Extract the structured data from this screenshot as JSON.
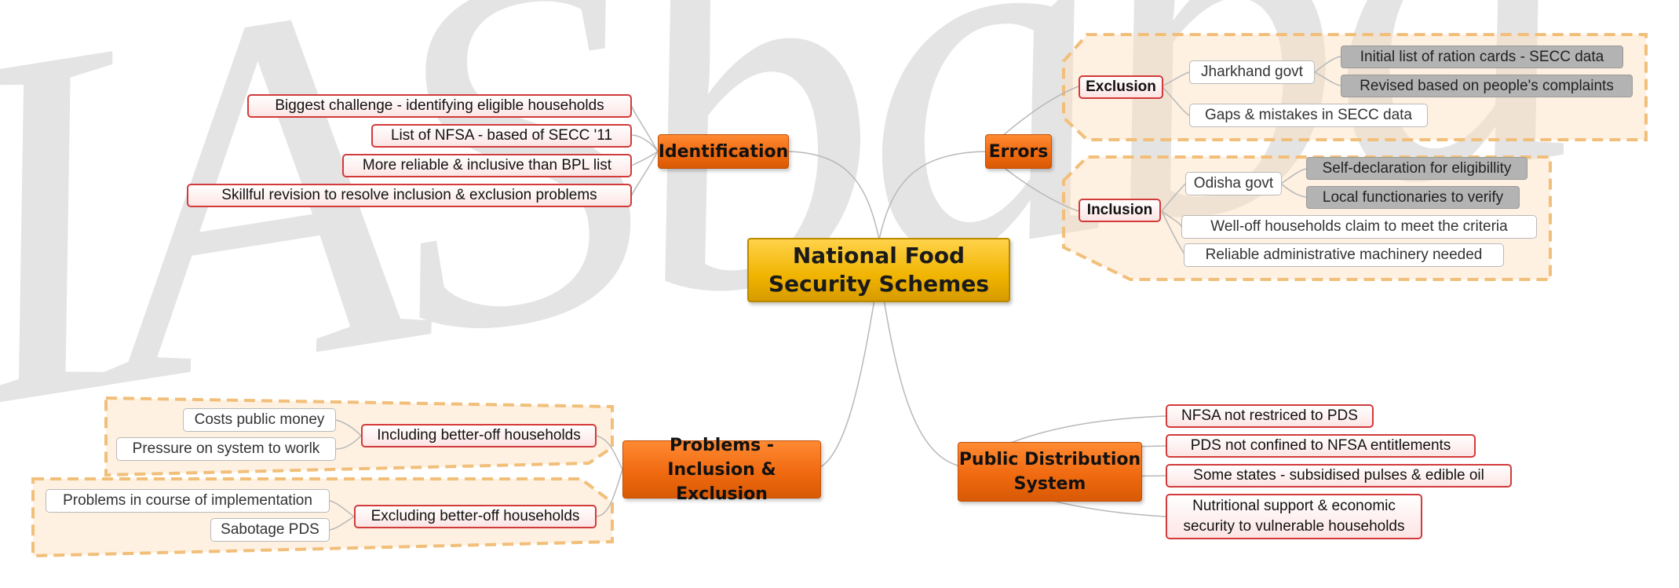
{
  "watermark": "IASbaba",
  "central": "National Food Security Schemes",
  "identification": {
    "title": "Identification",
    "items": [
      "Biggest challenge - identifying eligible households",
      "List of NFSA - based of SECC '11",
      "More reliable & inclusive than BPL list",
      "Skillful revision to resolve inclusion & exclusion problems"
    ]
  },
  "errors": {
    "title": "Errors",
    "exclusion": {
      "label": "Exclusion",
      "jharkhand": "Jharkhand govt",
      "jharkhand_items": [
        "Initial list of ration cards - SECC data",
        "Revised based on people's complaints"
      ],
      "gaps": "Gaps & mistakes in SECC data"
    },
    "inclusion": {
      "label": "Inclusion",
      "odisha": "Odisha govt",
      "odisha_items": [
        "Self-declaration for eligibillity",
        "Local functionaries to verify"
      ],
      "welloff": "Well-off households claim to meet the criteria",
      "reliable": "Reliable administrative machinery needed"
    }
  },
  "problems": {
    "title": "Problems - Inclusion & Exclusion",
    "including": {
      "label": "Including better-off households",
      "items": [
        "Costs public money",
        "Pressure on system to worlk"
      ]
    },
    "excluding": {
      "label": "Excluding better-off households",
      "items": [
        "Problems in course of implementation",
        "Sabotage PDS"
      ]
    }
  },
  "pds": {
    "title": "Public Distribution System",
    "items": [
      "NFSA not restriced to PDS",
      "PDS not confined to NFSA entitlements",
      "Some states - subsidised pulses & edible oil",
      "Nutritional support & economic security to vulnerable households"
    ]
  },
  "colors": {
    "central": "#f0b400",
    "main_topic": "#f06a10",
    "red_border": "#d33a3a",
    "boundary": "#f1bf7a",
    "connector": "#b8b8b8"
  }
}
